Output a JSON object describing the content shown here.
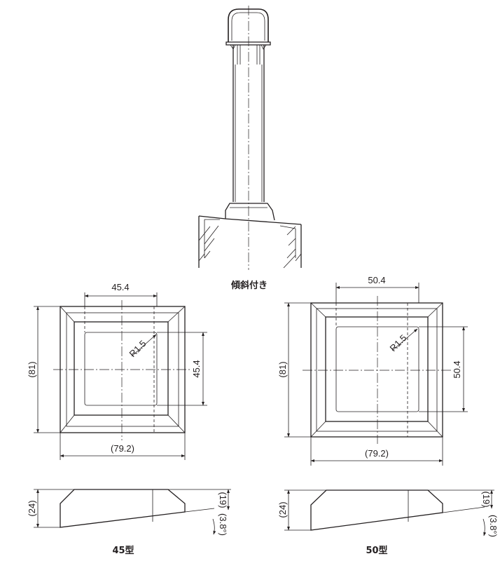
{
  "captions": {
    "slope": "傾斜付き",
    "type45": "45型",
    "type50": "50型"
  },
  "view45": {
    "inner_width": "45.4",
    "inner_height": "45.4",
    "radius": "R1.5",
    "outer_height": "(81)",
    "outer_width": "(79.2)"
  },
  "view50": {
    "inner_width": "50.4",
    "inner_height": "50.4",
    "radius": "R1.5",
    "outer_height": "(81)",
    "outer_width": "(79.2)"
  },
  "side45": {
    "height": "(24)",
    "low_height": "(19)",
    "angle": "(3.8°)"
  },
  "side50": {
    "height": "(24)",
    "low_height": "(19)",
    "angle": "(3.8°)"
  }
}
